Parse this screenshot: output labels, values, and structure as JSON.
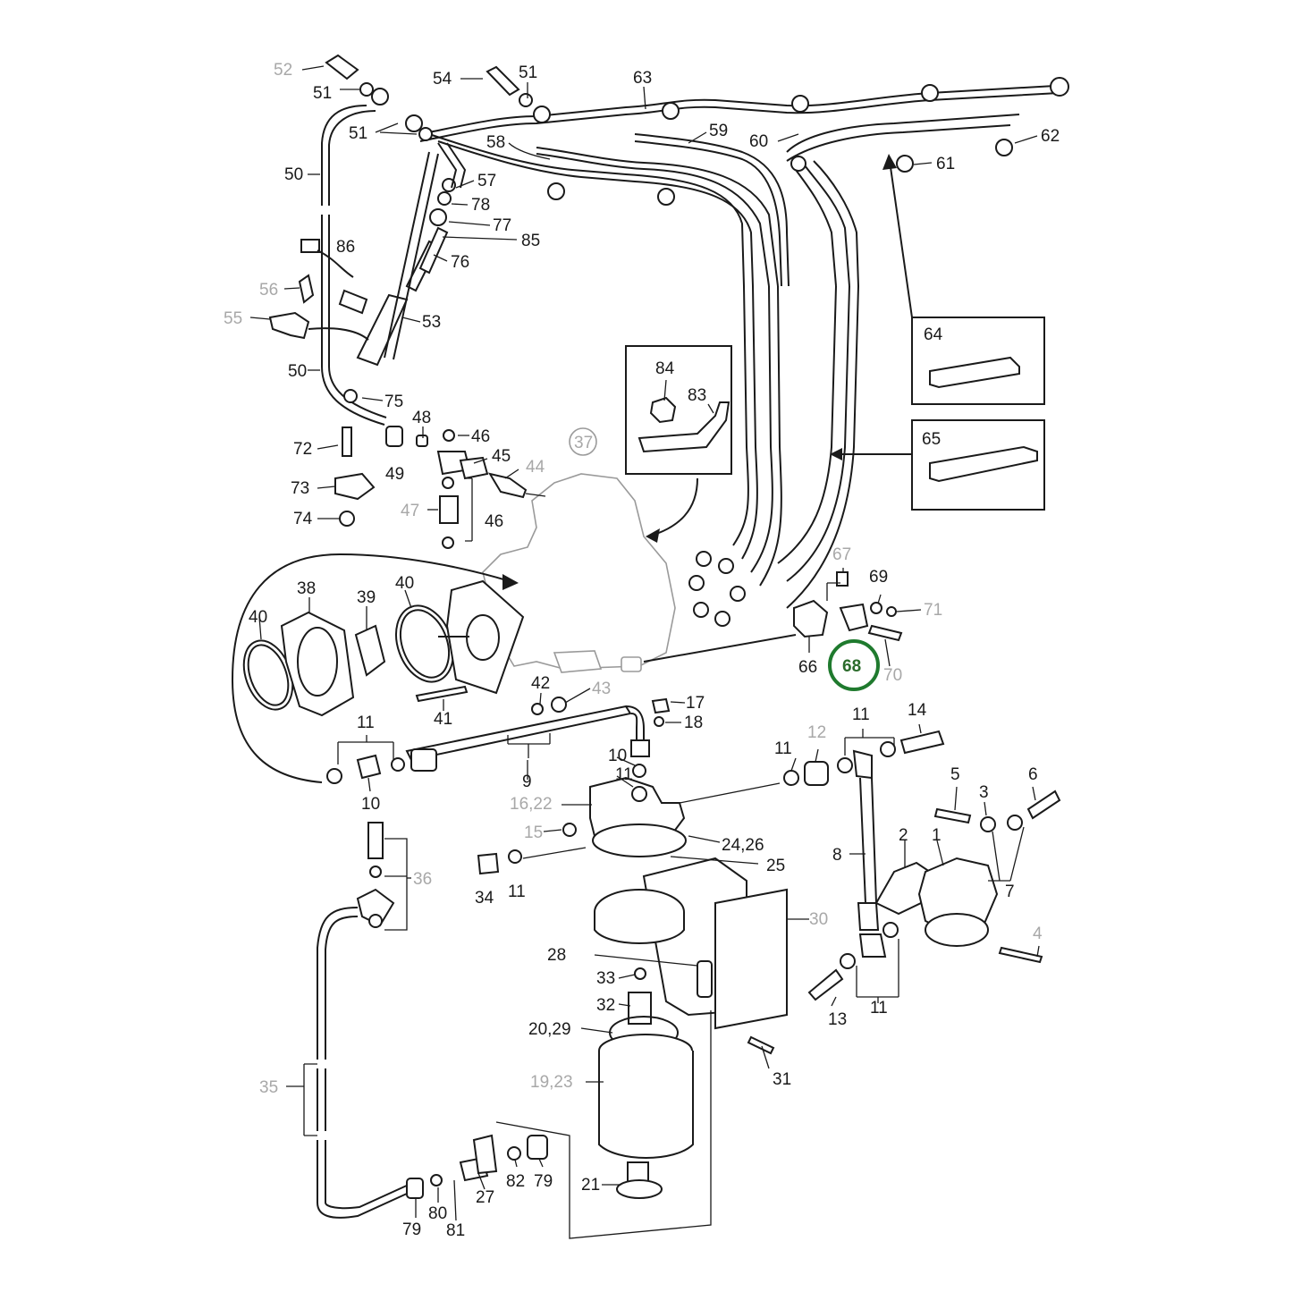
{
  "highlight_color": "#1f7a2e",
  "callouts": {
    "c1": "1",
    "c2": "2",
    "c3": "3",
    "c4": "4",
    "c5": "5",
    "c6": "6",
    "c7": "7",
    "c8": "8",
    "c9": "9",
    "c10a": "10",
    "c10b": "10",
    "c11a": "11",
    "c11b": "11",
    "c11c": "11",
    "c11d": "11",
    "c11e": "11",
    "c11f": "11",
    "c12": "12",
    "c13": "13",
    "c14": "14",
    "c15": "15",
    "c16_22": "16,22",
    "c17": "17",
    "c18": "18",
    "c19_23": "19,23",
    "c20_29": "20,29",
    "c21": "21",
    "c24_26": "24,26",
    "c25": "25",
    "c27": "27",
    "c28": "28",
    "c30": "30",
    "c31": "31",
    "c32": "32",
    "c33": "33",
    "c34": "34",
    "c35": "35",
    "c36": "36",
    "c37": "37",
    "c38": "38",
    "c39": "39",
    "c40a": "40",
    "c40b": "40",
    "c41": "41",
    "c42": "42",
    "c43": "43",
    "c44": "44",
    "c45": "45",
    "c46a": "46",
    "c46b": "46",
    "c47": "47",
    "c48": "48",
    "c49": "49",
    "c50a": "50",
    "c50b": "50",
    "c51a": "51",
    "c51b": "51",
    "c51c": "51",
    "c52": "52",
    "c53": "53",
    "c54": "54",
    "c55": "55",
    "c56": "56",
    "c57": "57",
    "c58": "58",
    "c59": "59",
    "c60": "60",
    "c61": "61",
    "c62": "62",
    "c63": "63",
    "c64": "64",
    "c65": "65",
    "c66": "66",
    "c67": "67",
    "c68": "68",
    "c69": "69",
    "c70": "70",
    "c71": "71",
    "c72": "72",
    "c73": "73",
    "c74": "74",
    "c75": "75",
    "c76": "76",
    "c77": "77",
    "c78": "78",
    "c79a": "79",
    "c79b": "79",
    "c80": "80",
    "c81": "81",
    "c82": "82",
    "c83": "83",
    "c84": "84",
    "c85": "85",
    "c86": "86"
  }
}
